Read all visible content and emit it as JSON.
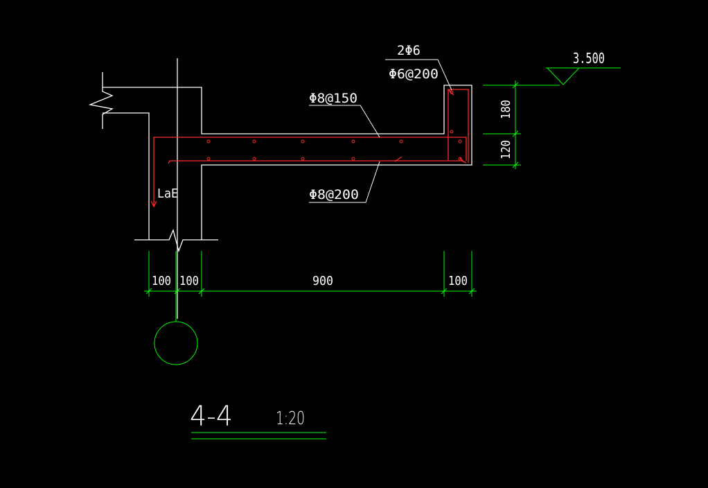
{
  "drawing": {
    "elevation": "3.500",
    "rebar_top": "Φ8@150",
    "rebar_bottom": "Φ8@200",
    "rebar_upstand_bars": "2Φ6",
    "rebar_upstand_stirrup": "Φ6@200",
    "anchorage_label": "LaE",
    "dim_h_1": "100",
    "dim_h_2": "100",
    "dim_h_3": "900",
    "dim_h_4": "100",
    "dim_v_1": "180",
    "dim_v_2": "120",
    "section_mark": "4-4",
    "scale": "1:20"
  },
  "colors": {
    "concrete": "#ffffff",
    "rebar": "#ff2a2a",
    "dimension": "#00ff00",
    "background": "#000000"
  }
}
